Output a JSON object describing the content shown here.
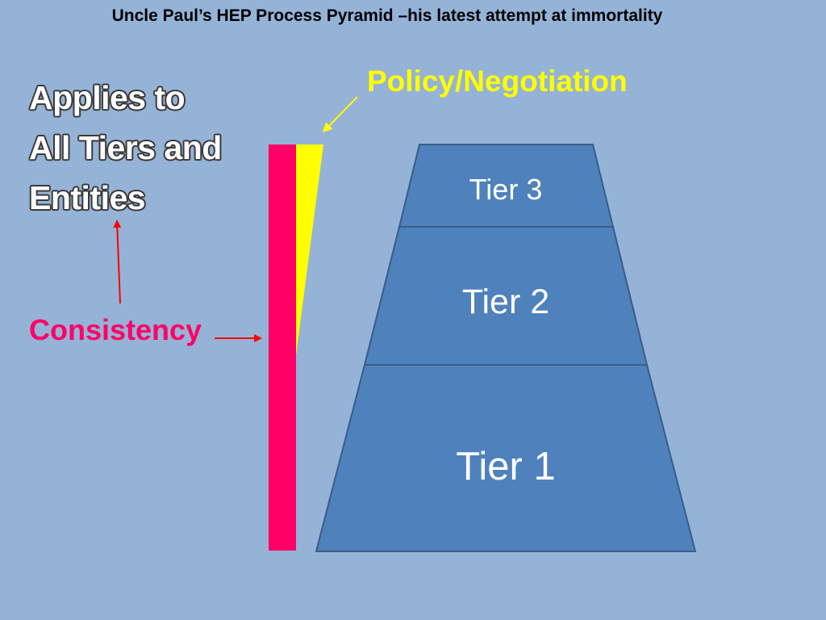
{
  "title": "Uncle Paul’s HEP Process Pyramid –his latest attempt at immortality",
  "applies_lines": [
    "Applies to",
    "All Tiers and",
    "Entities"
  ],
  "consistency_label": "Consistency",
  "policy_label": "Policy/Negotiation",
  "tiers": {
    "tier3": "Tier 3",
    "tier2": "Tier 2",
    "tier1": "Tier 1"
  },
  "colors": {
    "background": "#95b3d7",
    "pyramid_fill": "#4f81bd",
    "pyramid_stroke": "#385d8a",
    "consistency": "#ff0066",
    "policy": "#ffff00",
    "arrow": "#ff0000"
  }
}
